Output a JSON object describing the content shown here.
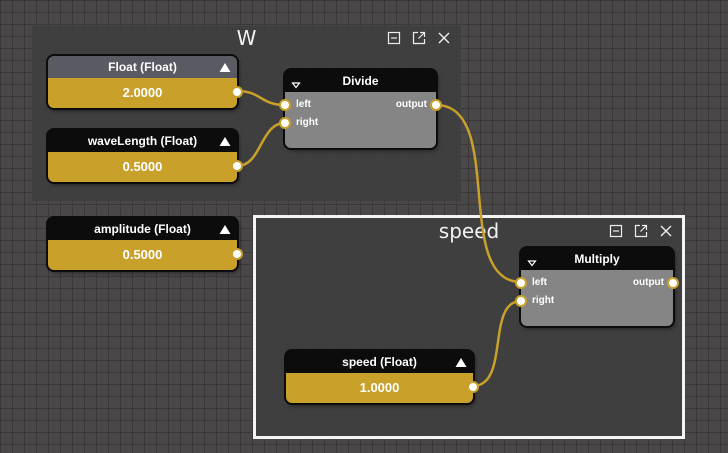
{
  "frames": {
    "w": {
      "title": "W",
      "buttons": [
        "minimize-icon",
        "popout-icon",
        "close-icon"
      ]
    },
    "speed": {
      "title": "speed",
      "buttons": [
        "minimize-icon",
        "popout-icon",
        "close-icon"
      ]
    }
  },
  "nodes": {
    "float": {
      "title": "Float (Float)",
      "value": "2.0000"
    },
    "wavelength": {
      "title": "waveLength (Float)",
      "value": "0.5000"
    },
    "amplitude": {
      "title": "amplitude (Float)",
      "value": "0.5000"
    },
    "speed_value": {
      "title": "speed (Float)",
      "value": "1.0000"
    },
    "divide": {
      "title": "Divide",
      "inputs": [
        "left",
        "right"
      ],
      "output": "output"
    },
    "multiply": {
      "title": "Multiply",
      "inputs": [
        "left",
        "right"
      ],
      "output": "output"
    }
  },
  "colors": {
    "value_fill": "#c9a02a",
    "wire": "#c9a02a",
    "node_header": "#0c0c0c",
    "operator_body": "#858585",
    "frame_selected_border": "#f4f4f4"
  }
}
